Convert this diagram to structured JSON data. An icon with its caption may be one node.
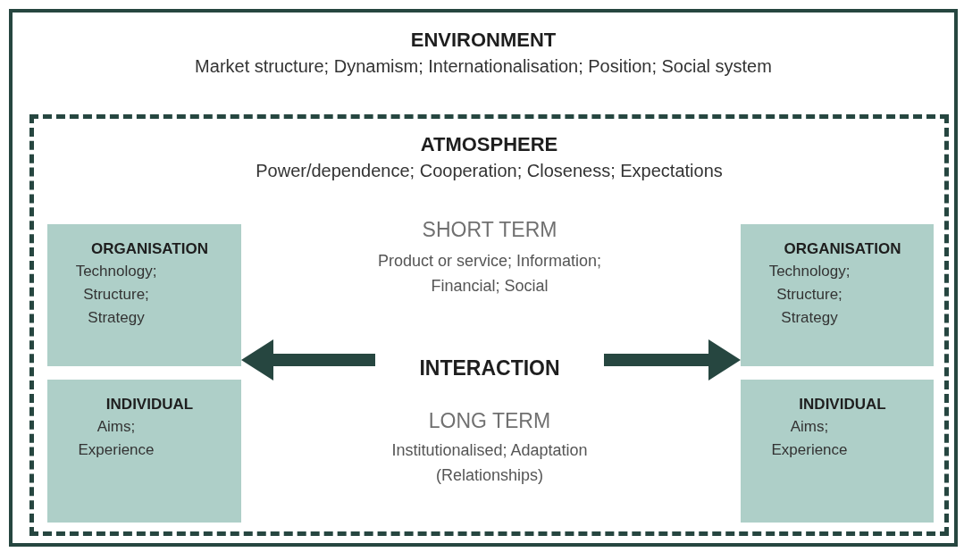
{
  "diagram": {
    "nodes": [
      {
        "text": [
          "ENVIRONMENT",
          "Market structure; Dynamism; Internationalisation; Position; Social system"
        ]
      },
      {
        "text": [
          "ATMOSPHERE",
          "Power/dependence; Cooperation; Closeness; Expectations"
        ],
        "in": 0
      },
      {
        "text": [
          "ORGANISATION",
          "Technology; Structure; Strategy"
        ],
        "in": 1
      },
      {
        "text": [
          "INDIVIDUAL",
          "Aims; Experience"
        ],
        "in": 1
      },
      {
        "text": [
          "INTERACTION"
        ],
        "in": 1
      },
      {
        "text": [
          "ORGANISATION",
          "Technology; Structure; Strategy"
        ],
        "in": 1
      },
      {
        "text": [
          "INDIVIDUAL",
          "Aims; Experience"
        ],
        "in": 1
      }
    ],
    "edges": [
      {
        "from": 4,
        "to": 2,
        "arrow": "to"
      },
      {
        "from": 4,
        "to": 5,
        "arrow": "to"
      }
    ],
    "labels": [
      "SHORT TERM",
      "Product or service; Information; Financial; Social",
      "LONG TERM",
      "Institutionalised; Adaptation (Relationships)"
    ]
  }
}
